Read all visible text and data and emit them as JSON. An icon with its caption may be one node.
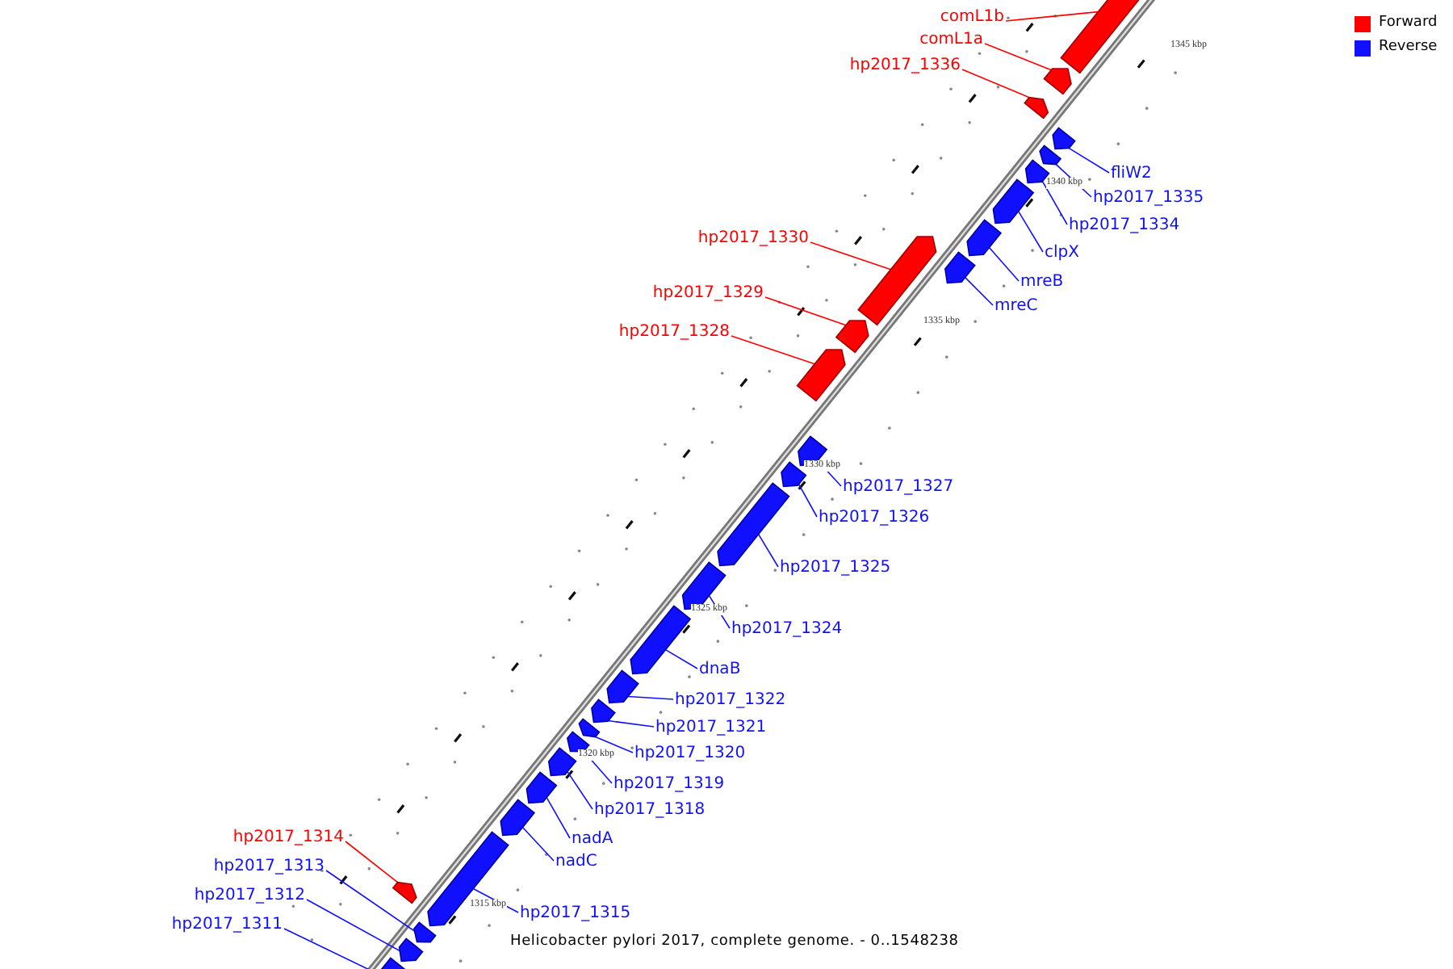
{
  "diagram": {
    "caption": "Helicobacter pylori 2017, complete genome. - 0..1548238",
    "nodes": [
      {
        "text": [
          "comL1b"
        ]
      },
      {
        "text": [],
        "shape": "bar"
      },
      {
        "text": [
          "comL1a"
        ]
      },
      {
        "text": [],
        "shape": "bar"
      },
      {
        "text": [
          "hp2017_1336"
        ]
      },
      {
        "text": [],
        "shape": "bar"
      },
      {
        "text": [
          "fliW2"
        ]
      },
      {
        "text": [],
        "shape": "bar"
      },
      {
        "text": [
          "hp2017_1335"
        ]
      },
      {
        "text": [],
        "shape": "bar"
      },
      {
        "text": [
          "hp2017_1334"
        ]
      },
      {
        "text": [],
        "shape": "bar"
      },
      {
        "text": [
          "clpX"
        ]
      },
      {
        "text": [],
        "shape": "bar"
      },
      {
        "text": [
          "mreB"
        ]
      },
      {
        "text": [],
        "shape": "bar"
      },
      {
        "text": [
          "mreC"
        ]
      },
      {
        "text": [],
        "shape": "bar"
      },
      {
        "text": [
          "hp2017_1330"
        ]
      },
      {
        "text": [],
        "shape": "bar"
      },
      {
        "text": [
          "hp2017_1329"
        ]
      },
      {
        "text": [],
        "shape": "bar"
      },
      {
        "text": [
          "hp2017_1328"
        ]
      },
      {
        "text": [],
        "shape": "bar"
      },
      {
        "text": [
          "hp2017_1327"
        ]
      },
      {
        "text": [],
        "shape": "bar"
      },
      {
        "text": [
          "hp2017_1326"
        ]
      },
      {
        "text": [],
        "shape": "bar"
      },
      {
        "text": [
          "hp2017_1325"
        ]
      },
      {
        "text": [],
        "shape": "bar"
      },
      {
        "text": [
          "hp2017_1324"
        ]
      },
      {
        "text": [],
        "shape": "bar"
      },
      {
        "text": [
          "dnaB"
        ]
      },
      {
        "text": [],
        "shape": "bar"
      },
      {
        "text": [
          "hp2017_1322"
        ]
      },
      {
        "text": [],
        "shape": "bar"
      },
      {
        "text": [
          "hp2017_1321"
        ]
      },
      {
        "text": [],
        "shape": "bar"
      },
      {
        "text": [
          "hp2017_1320"
        ]
      },
      {
        "text": [],
        "shape": "bar"
      },
      {
        "text": [
          "hp2017_1319"
        ]
      },
      {
        "text": [],
        "shape": "bar"
      },
      {
        "text": [
          "hp2017_1318"
        ]
      },
      {
        "text": [],
        "shape": "bar"
      },
      {
        "text": [
          "nadA"
        ]
      },
      {
        "text": [],
        "shape": "bar"
      },
      {
        "text": [
          "nadC"
        ]
      },
      {
        "text": [],
        "shape": "bar"
      },
      {
        "text": [
          "hp2017_1315"
        ]
      },
      {
        "text": [],
        "shape": "bar"
      },
      {
        "text": [
          "hp2017_1314"
        ]
      },
      {
        "text": [],
        "shape": "bar"
      },
      {
        "text": [
          "hp2017_1313"
        ]
      },
      {
        "text": [],
        "shape": "bar"
      },
      {
        "text": [
          "hp2017_1312"
        ]
      },
      {
        "text": [],
        "shape": "bar"
      },
      {
        "text": [
          "hp2017_1311"
        ]
      },
      {
        "text": [],
        "shape": "bar"
      }
    ],
    "edges": [
      {
        "from": 0,
        "to": 1,
        "arrow": "none",
        "color": "#ff0000"
      },
      {
        "from": 2,
        "to": 3,
        "arrow": "none",
        "color": "#ff0000"
      },
      {
        "from": 4,
        "to": 5,
        "arrow": "none",
        "color": "#ff0000"
      },
      {
        "from": 6,
        "to": 7,
        "arrow": "none"
      },
      {
        "from": 8,
        "to": 9,
        "arrow": "none"
      },
      {
        "from": 10,
        "to": 11,
        "arrow": "none"
      },
      {
        "from": 12,
        "to": 13,
        "arrow": "none"
      },
      {
        "from": 14,
        "to": 15,
        "arrow": "none"
      },
      {
        "from": 16,
        "to": 17,
        "arrow": "none"
      },
      {
        "from": 18,
        "to": 19,
        "arrow": "none",
        "color": "#ff0000"
      },
      {
        "from": 20,
        "to": 21,
        "arrow": "none",
        "color": "#ff0000"
      },
      {
        "from": 22,
        "to": 23,
        "arrow": "none",
        "color": "#ff0000"
      },
      {
        "from": 24,
        "to": 25,
        "arrow": "none"
      },
      {
        "from": 26,
        "to": 27,
        "arrow": "none"
      },
      {
        "from": 28,
        "to": 29,
        "arrow": "none"
      },
      {
        "from": 30,
        "to": 31,
        "arrow": "none"
      },
      {
        "from": 32,
        "to": 33,
        "arrow": "none"
      },
      {
        "from": 34,
        "to": 35,
        "arrow": "none"
      },
      {
        "from": 36,
        "to": 37,
        "arrow": "none"
      },
      {
        "from": 38,
        "to": 39,
        "arrow": "none"
      },
      {
        "from": 40,
        "to": 41,
        "arrow": "none"
      },
      {
        "from": 42,
        "to": 43,
        "arrow": "none"
      },
      {
        "from": 44,
        "to": 45,
        "arrow": "none"
      },
      {
        "from": 46,
        "to": 47,
        "arrow": "none"
      },
      {
        "from": 48,
        "to": 49,
        "arrow": "none"
      },
      {
        "from": 50,
        "to": 51,
        "arrow": "none",
        "color": "#ff0000"
      },
      {
        "from": 52,
        "to": 53,
        "arrow": "none"
      },
      {
        "from": 54,
        "to": 55,
        "arrow": "none"
      },
      {
        "from": 56,
        "to": 57,
        "arrow": "none"
      }
    ],
    "labels": [
      "1345 kbp",
      "1340 kbp",
      "1335 kbp",
      "1330 kbp",
      "1325 kbp",
      "1320 kbp",
      "1315 kbp"
    ],
    "legend": [
      {
        "text": "Forward",
        "color": "#ff0000"
      },
      {
        "text": "Reverse",
        "color": "#1010ff"
      }
    ]
  }
}
